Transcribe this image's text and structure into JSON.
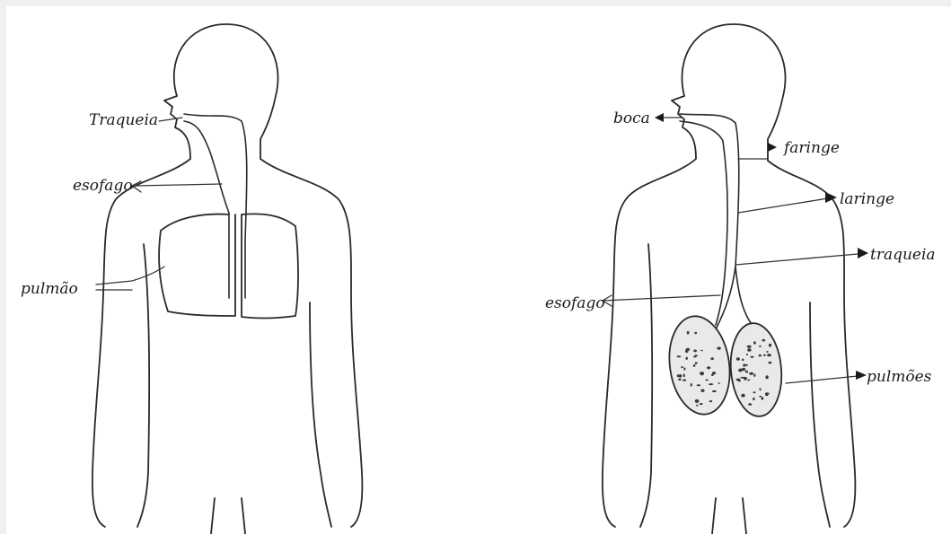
{
  "figures": {
    "left": {
      "labels": {
        "traqueia": "Traqueia",
        "esofago": "esofago",
        "pulmao": "pulmão"
      }
    },
    "right": {
      "labels": {
        "boca": "boca",
        "faringe": "faringe",
        "laringe": "laringe",
        "traqueia": "traqueia",
        "esofago": "esofago",
        "pulmoes": "pulmões"
      }
    }
  },
  "colors": {
    "ink": "#2a2a2a",
    "paper": "#ffffff",
    "border": "#f0f0f0",
    "lung_shade": "#e9e9e9"
  }
}
